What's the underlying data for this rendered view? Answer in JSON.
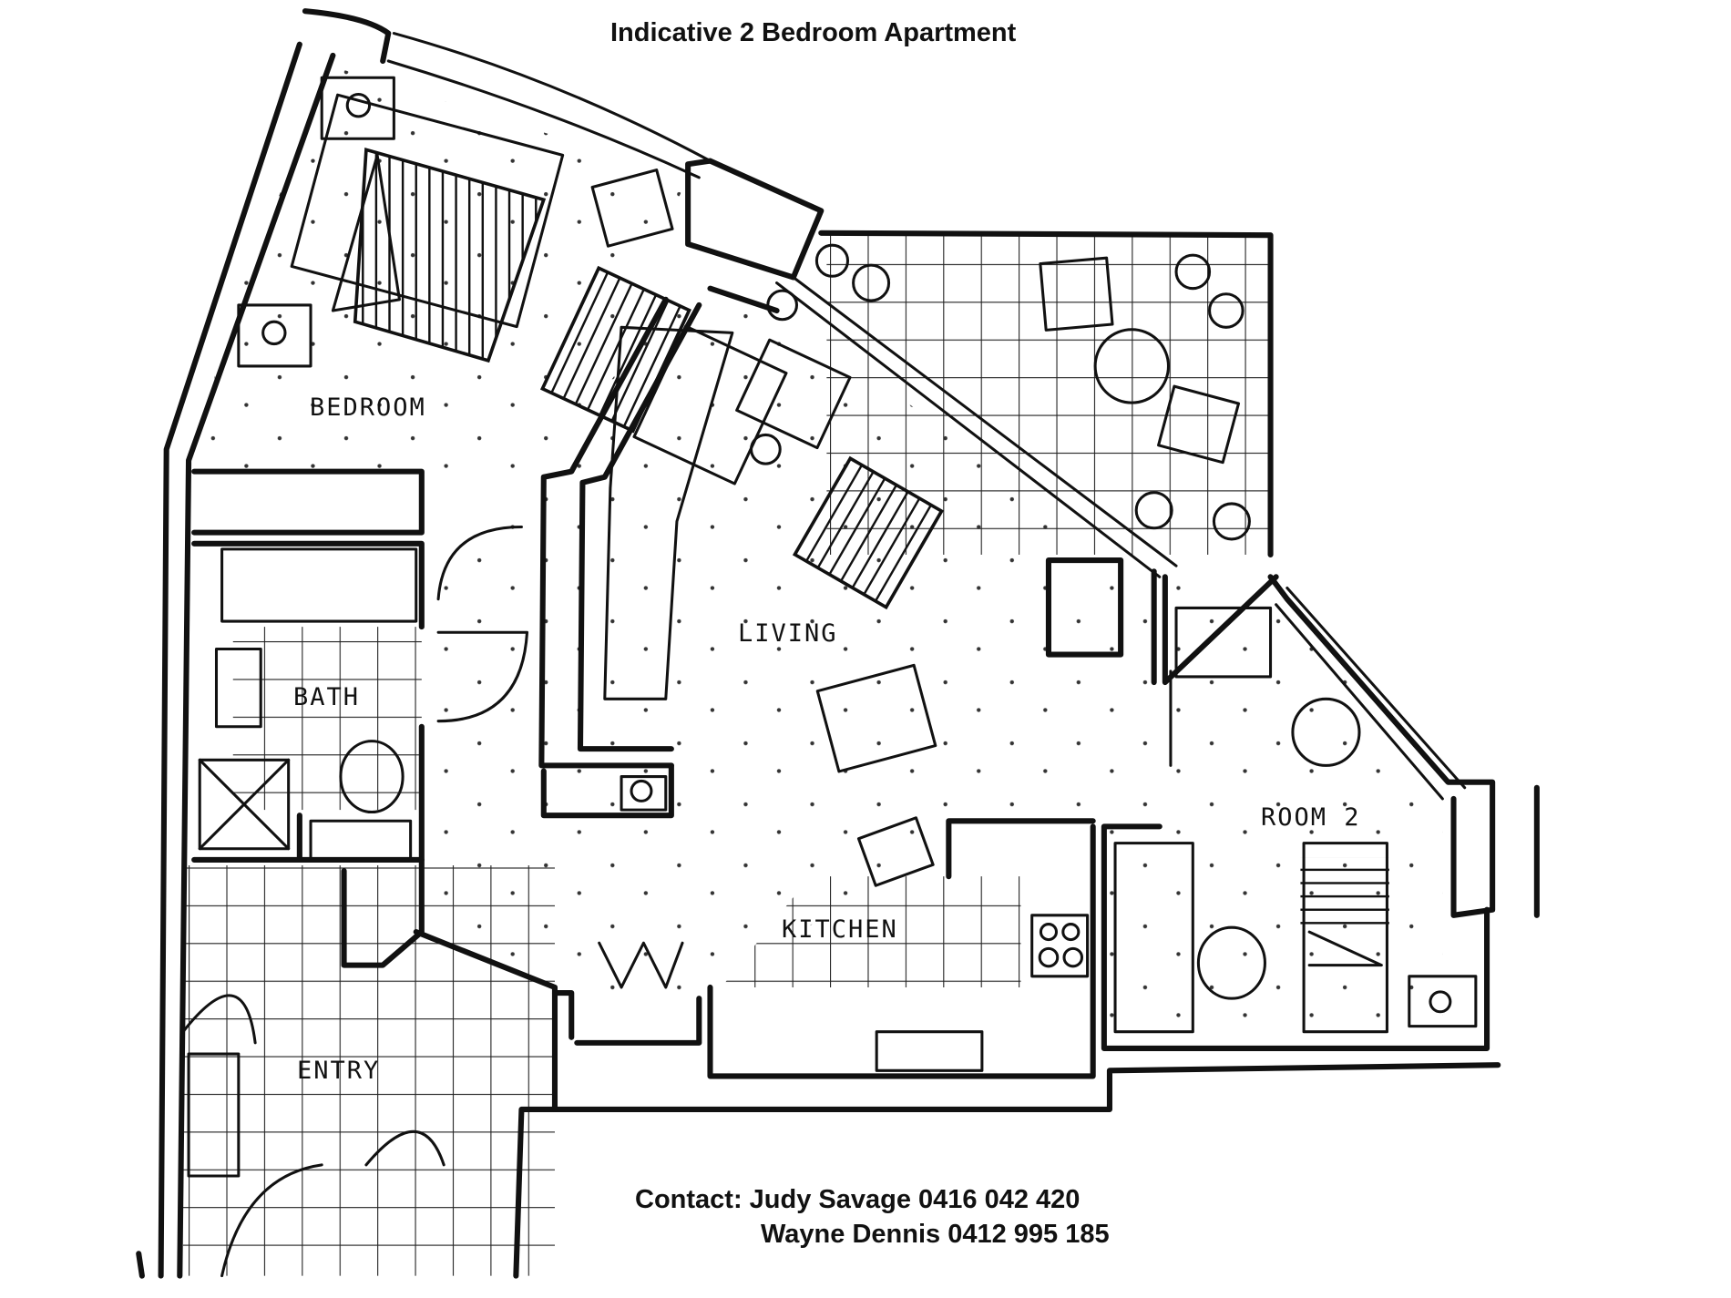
{
  "title": "Indicative 2 Bedroom Apartment",
  "rooms": {
    "bedroom": "BEDROOM",
    "bath": "BATH",
    "living": "LIVING",
    "kitchen": "KITCHEN",
    "room2": "ROOM 2",
    "entry": "ENTRY"
  },
  "contact": {
    "line1": "Contact: Judy Savage 0416 042 420",
    "line2": "Wayne Dennis 0412 995 185"
  },
  "colors": {
    "ink": "#111111",
    "paper": "#ffffff"
  }
}
